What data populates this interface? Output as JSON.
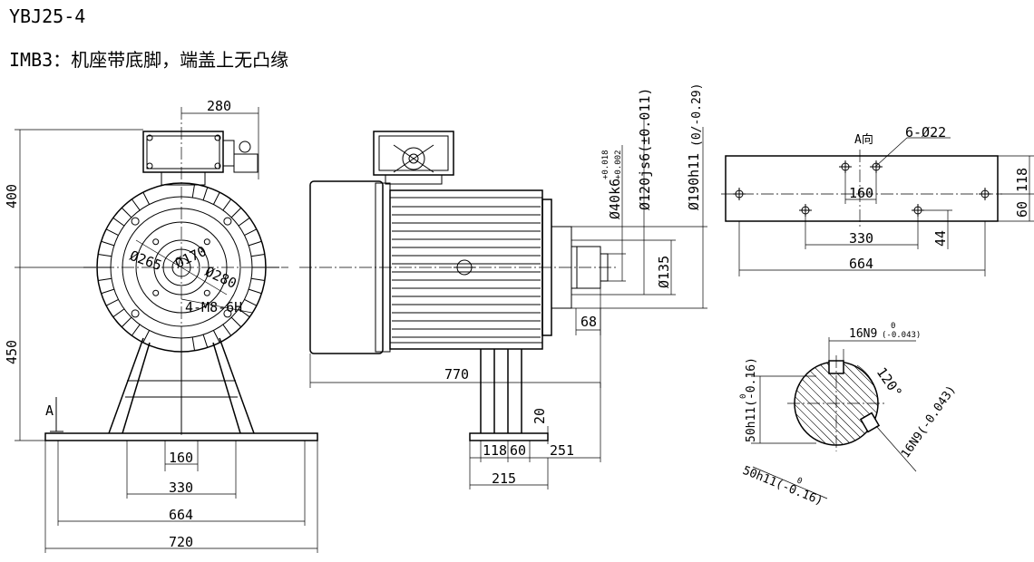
{
  "header": {
    "model": "YBJ25-4",
    "mounting_desc": "IMB3：机座带底脚，端盖上无凸缘"
  },
  "front_view": {
    "dim_280": "280",
    "dim_400": "400",
    "dim_450": "450",
    "dim_160": "160",
    "dim_330": "330",
    "dim_664": "664",
    "dim_720": "720",
    "dia_265": "Ø265",
    "dia_170": "Ø170",
    "dia_280": "Ø280",
    "bolts": "4-M8-6H",
    "view_marker": "A"
  },
  "side_view": {
    "dim_770": "770",
    "dim_68": "68",
    "dim_20": "20",
    "dim_118": "118",
    "dim_60": "60",
    "dim_251": "251",
    "dim_215": "215",
    "dia_135": "Ø135",
    "tol_shaft": "Ø40k6(+0.018/+0.002)",
    "tol_shaft_main": "Ø40k6",
    "tol_shaft_up": "+0.018",
    "tol_shaft_lo": "+0.002",
    "tol_spigot": "Ø120js6(±0.011)",
    "tol_flange_main": "Ø190h11",
    "tol_flange_dev": "(0/-0.29)"
  },
  "view_a": {
    "label": "A向",
    "holes": "6-Ø22",
    "dim_160": "160",
    "dim_330": "330",
    "dim_664": "664",
    "dim_44": "44",
    "dim_118": "118",
    "dim_60": "60"
  },
  "shaft_section": {
    "key_16n9_top": "16N9(-0.043/0)",
    "key_16n9_top_main": "16N9",
    "key_16n9_top_dev": "(-0.043)",
    "key_16n9_top_zero": "0",
    "key_16n9_side": "16N9(-0.043)",
    "dim_50h11_left": "50h11(-0.16)",
    "dim_50h11_bottom": "50h11(-0.16)",
    "angle": "120°",
    "zero": "0"
  }
}
